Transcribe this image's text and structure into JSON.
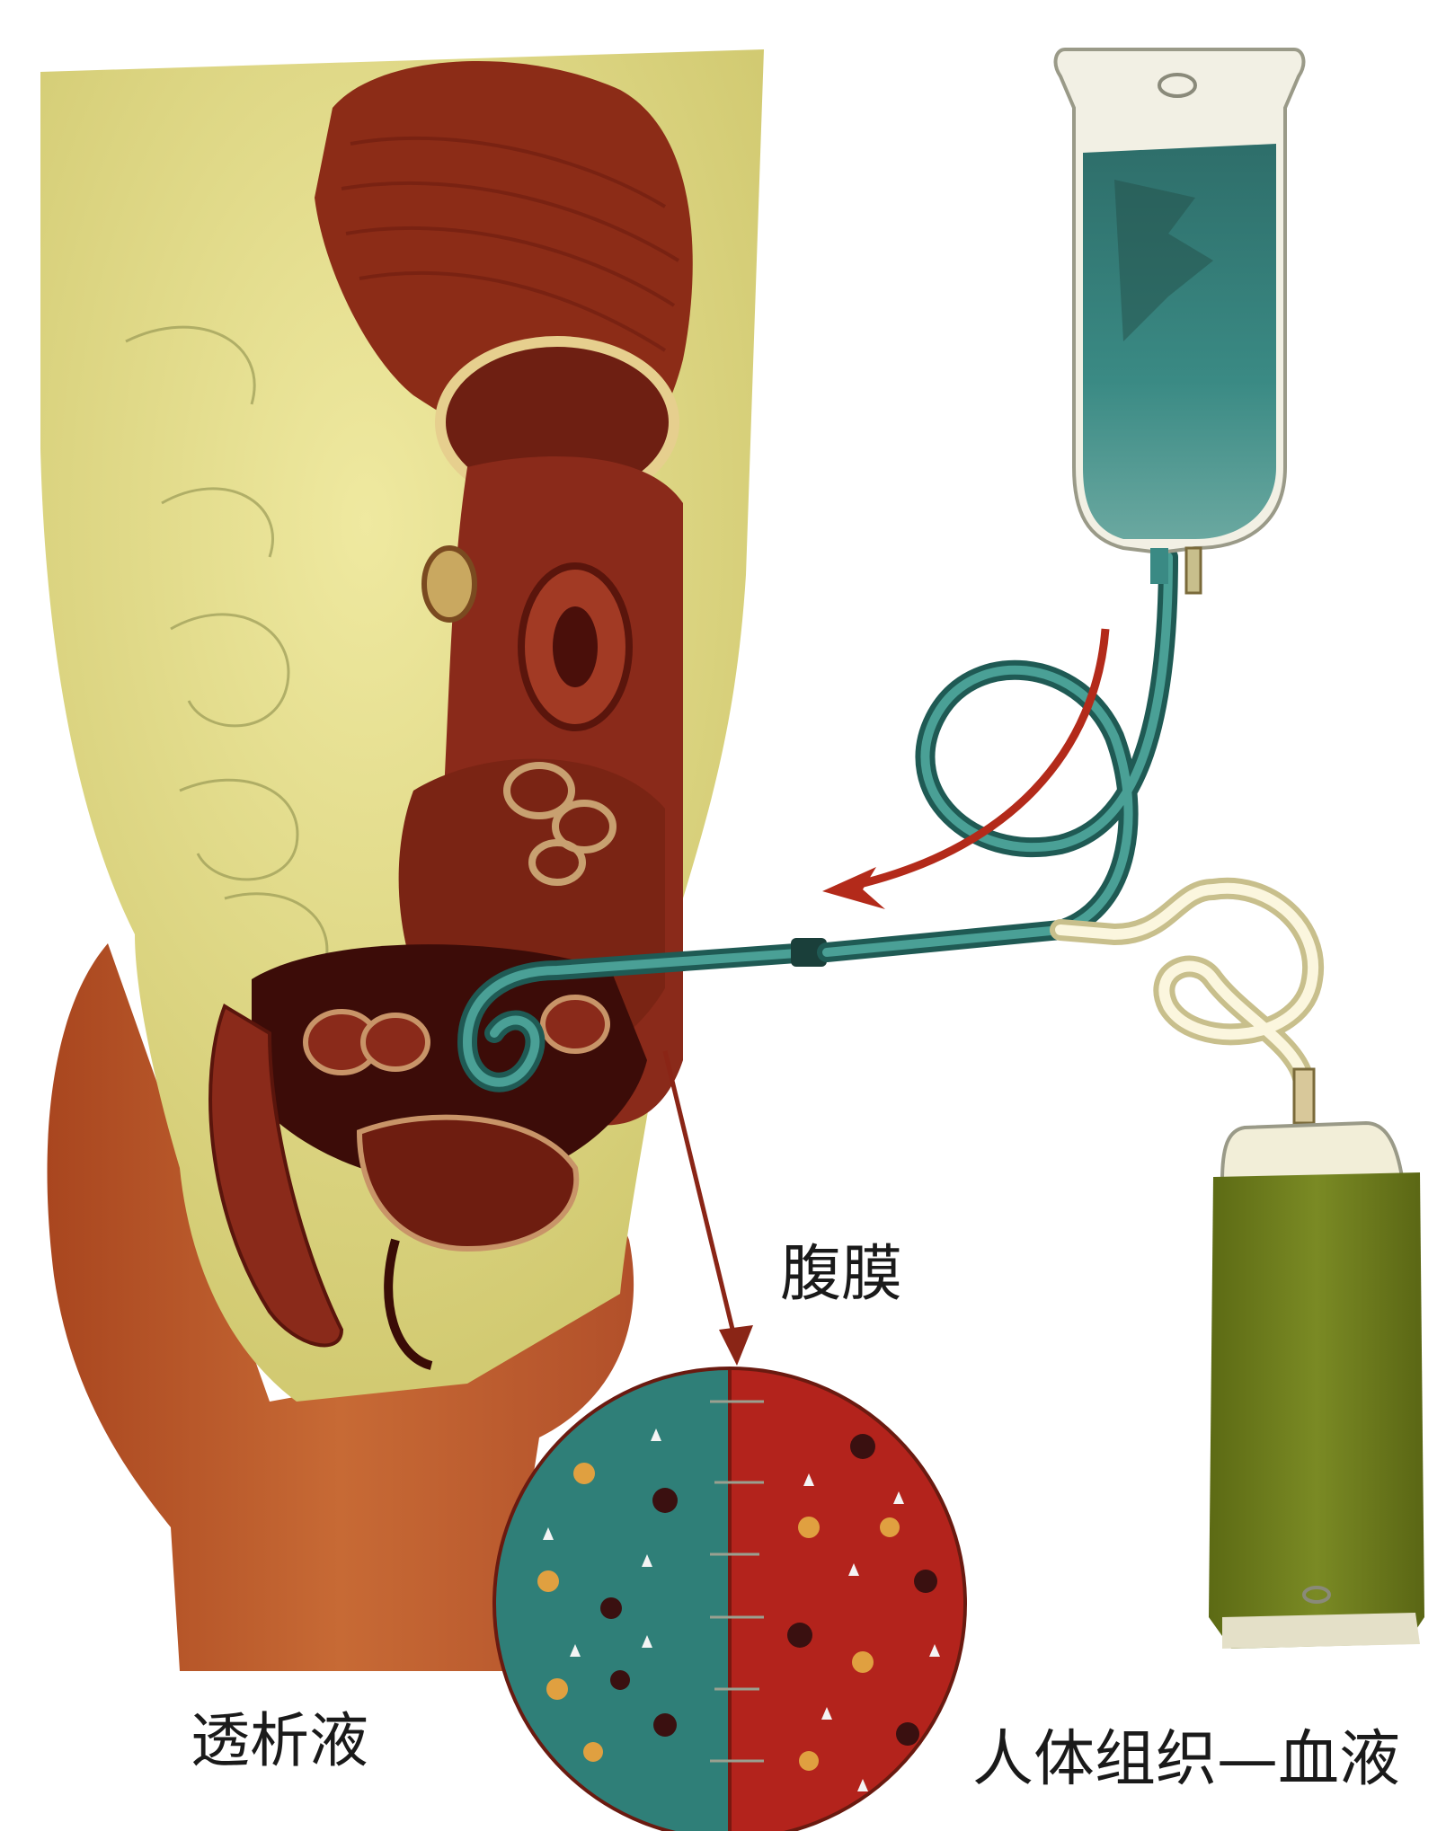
{
  "labels": {
    "peritoneum": "腹膜",
    "dialysate": "透析液",
    "blood": "人体组织—血液"
  },
  "colors": {
    "body_skin": "#d8d27a",
    "organ_red": "#8c2a1a",
    "organ_dark": "#5a120c",
    "hip_skin": "#b5562a",
    "dialysate_teal": "#2f7f78",
    "blood_red": "#b3231c",
    "drain_bag": "#6a7a1c",
    "tube_clear": "#f3ecc8",
    "arrow_red": "#b32a1a"
  },
  "icons": {
    "flow_arrow": "curved-arrow-icon",
    "pointer_arrow": "arrow-down-icon"
  }
}
